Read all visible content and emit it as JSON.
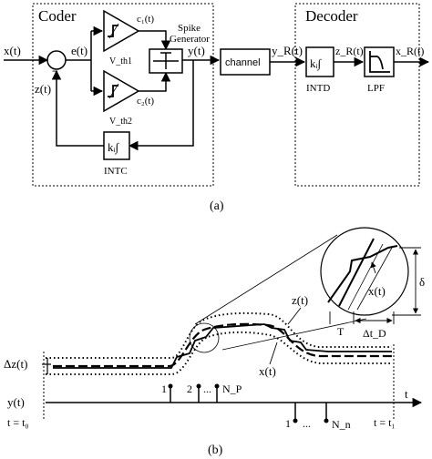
{
  "top": {
    "coder_title": "Coder",
    "decoder_title": "Decoder",
    "input_label": "x(t)",
    "error_label": "e(t)",
    "feedback_label": "z(t)",
    "sum_minus": "−",
    "c1_label": "c₁(t)",
    "c2_label": "c₂(t)",
    "vth1_label": "V_th1",
    "vth2_label": "V_th2",
    "spike_gen_line1": "Spike",
    "spike_gen_line2": "Generator",
    "yt_label": "y(t)",
    "channel_label": "channel",
    "yr_label": "y_R(t)",
    "zr_label": "z_R(t)",
    "xr_label": "x_R(t)",
    "intd_label": "INTD",
    "lpf_label": "LPF",
    "intc_label": "INTC",
    "integrator_symbol": "kᵢ∫",
    "caption": "(a)"
  },
  "bottom": {
    "delta_z_label": "Δz(t)",
    "yt_label": "y(t)",
    "zt_label": "z(t)",
    "xt_label": "x(t)",
    "zoom_xt_label": "x(t)",
    "T_label": "T",
    "delta_tD_label": "Δt_D",
    "delta_label": "δ",
    "t_axis_label": "t",
    "t0_label": "t = t₀",
    "t1_label": "t = t₁",
    "pos_spike_1": "1",
    "pos_spike_2": "2",
    "pos_spike_dots": "...",
    "pos_spike_N": "N_P",
    "neg_spike_1": "1",
    "neg_spike_dots": "...",
    "neg_spike_N": "N_n",
    "caption": "(b)"
  }
}
